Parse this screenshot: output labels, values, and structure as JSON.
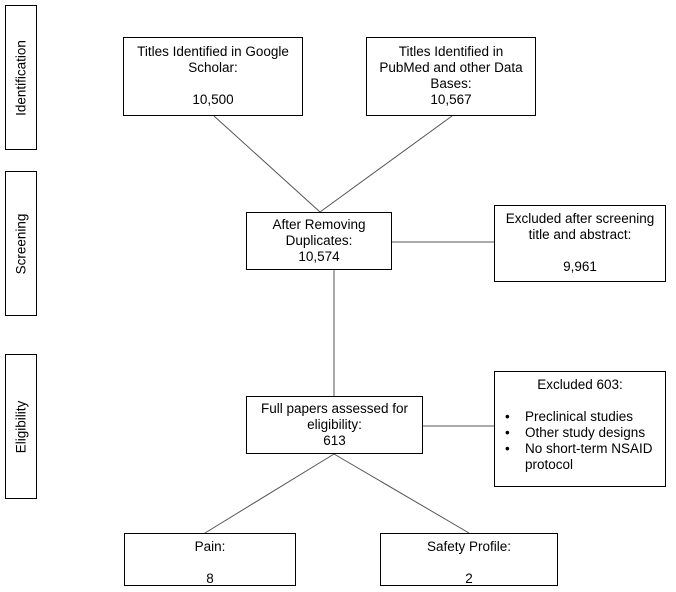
{
  "stages": {
    "identification": "Identification",
    "screening": "Screening",
    "eligibility": "Eligibility"
  },
  "boxes": {
    "google_scholar": {
      "title_line1": "Titles Identified in Google",
      "title_line2": "Scholar:",
      "count": "10,500"
    },
    "pubmed": {
      "title_line1": "Titles Identified in",
      "title_line2": "PubMed and other Data",
      "title_line3": "Bases:",
      "count": "10,567"
    },
    "duplicates": {
      "title_line1": "After Removing",
      "title_line2": "Duplicates:",
      "count": "10,574"
    },
    "excluded_screening": {
      "title_line1": "Excluded after screening",
      "title_line2": "title and abstract:",
      "count": "9,961"
    },
    "full_papers": {
      "title_line1": "Full papers assessed for",
      "title_line2": "eligibility:",
      "count": "613"
    },
    "excluded_eligibility": {
      "title": "Excluded 603:",
      "reasons": [
        "Preclinical studies",
        "Other study designs",
        "No short-term NSAID protocol"
      ]
    },
    "pain": {
      "title": "Pain:",
      "count": "8"
    },
    "safety": {
      "title": "Safety Profile:",
      "count": "2"
    }
  }
}
